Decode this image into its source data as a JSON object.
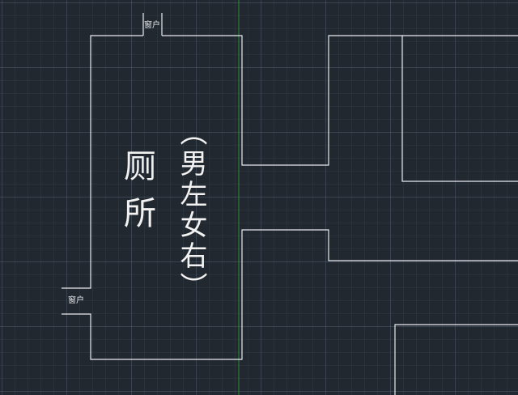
{
  "drawing": {
    "room_name": "厕所",
    "room_note": "（男左女右）",
    "window_label_top": "窗户",
    "window_label_left": "窗户"
  },
  "colors": {
    "background": "#212830",
    "wall_line": "#e9ecef",
    "y_axis": "#2f8a3a",
    "text": "#f2f2f2"
  }
}
